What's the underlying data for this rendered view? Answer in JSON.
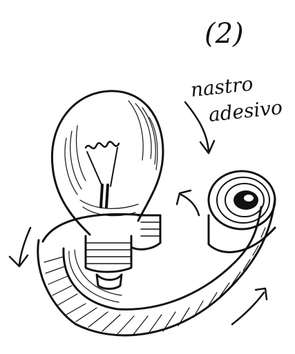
{
  "step_label": "(2)",
  "tape_label": {
    "line1": "nastro",
    "line2": "adesivo"
  },
  "colors": {
    "ink": "#111111",
    "paper": "#ffffff"
  }
}
